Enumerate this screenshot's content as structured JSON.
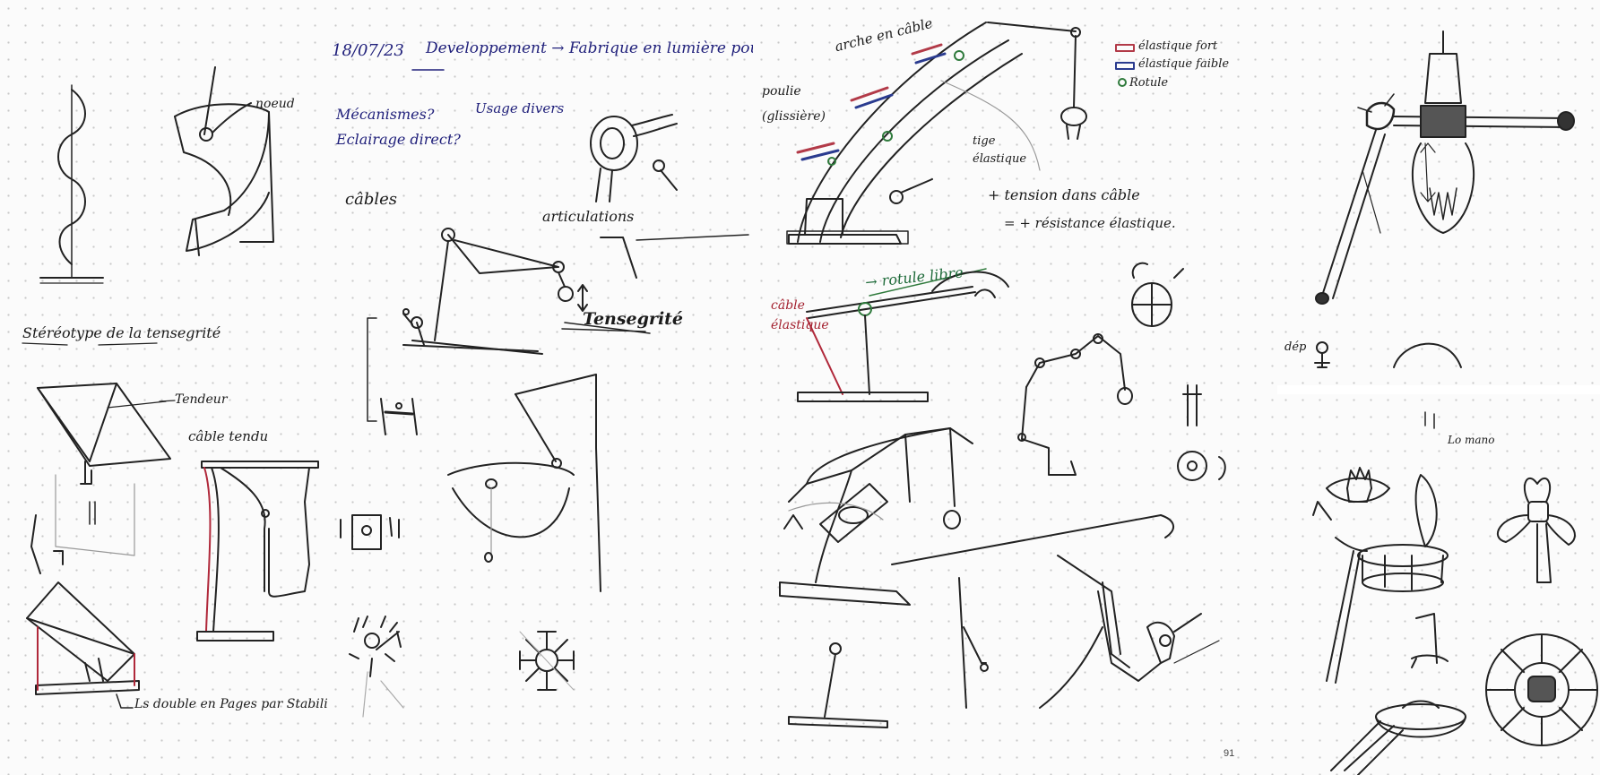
{
  "pages": [
    {
      "id": "page-1",
      "labels": {
        "noeud": "noeud",
        "stereotype": "Stéréotype de la tensegrité",
        "tendeur": "Tendeur",
        "cable_tendu": "câble tendu",
        "double": "Ls double en Pages par Stabiliser"
      }
    },
    {
      "id": "page-2",
      "labels": {
        "date": "18/07/23",
        "title": "Developpement → Fabrique en lumière pour la table",
        "mecanisme": "Mécanismes?",
        "usage": "Usage divers",
        "eclairage": "Eclairage direct?",
        "cables": "câbles",
        "articulations": "articulations",
        "tensegrite": "Tensegrité"
      }
    },
    {
      "id": "page-3",
      "labels": {
        "arche": "arche en câble",
        "poulie": "poulie (glissière)",
        "tige": "tige élastique",
        "tension_1": "+ tension dans câble",
        "tension_2": "= + résistance élastique.",
        "legend_fort": "élastique fort",
        "legend_faible": "élastique faible",
        "legend_rotule": "Rotule",
        "cable_elastique": "câble élastique",
        "rotule_libre": "→ rotule libre",
        "page_number": "91"
      },
      "colors": {
        "fort": "#b23a48",
        "faible": "#2a3b8f",
        "rotule": "#2f7a3c"
      }
    },
    {
      "id": "page-4",
      "labels": {
        "dep": "dép",
        "lo_mano": "Lo mano"
      }
    }
  ]
}
